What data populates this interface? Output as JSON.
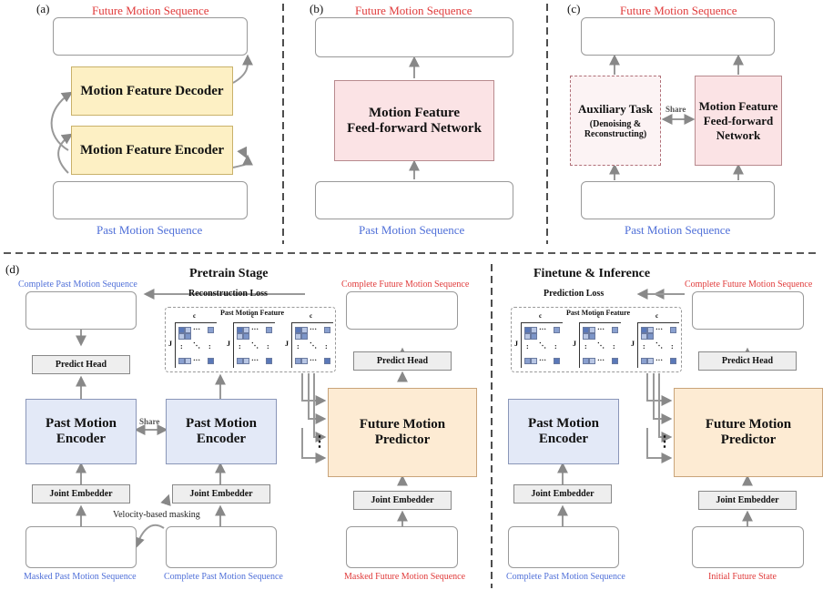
{
  "panels": {
    "a": {
      "tag": "(a)",
      "top_caption": "Future Motion Sequence",
      "decoder": "Motion Feature Decoder",
      "encoder": "Motion Feature Encoder",
      "bottom_caption": "Past Motion Sequence"
    },
    "b": {
      "tag": "(b)",
      "top_caption": "Future Motion Sequence",
      "network_line1": "Motion Feature",
      "network_line2": "Feed-forward Network",
      "bottom_caption": "Past Motion Sequence"
    },
    "c": {
      "tag": "(c)",
      "top_caption": "Future Motion Sequence",
      "aux_title": "Auxiliary Task",
      "aux_sub1": "(Denoising &",
      "aux_sub2": "Reconstructing)",
      "share": "Share",
      "network_line1": "Motion Feature",
      "network_line2": "Feed-forward",
      "network_line3": "Network",
      "bottom_caption": "Past Motion Sequence"
    },
    "d": {
      "tag": "(d)",
      "pretrain": {
        "title": "Pretrain Stage",
        "complete_past_top": "Complete Past Motion Sequence",
        "reconstruction_loss": "Reconstruction Loss",
        "complete_future_top": "Complete Future Motion Sequence",
        "past_motion_feature": "Past Motion Feature",
        "predict_head": "Predict Head",
        "encoder_line1": "Past Motion",
        "encoder_line2": "Encoder",
        "share": "Share",
        "predictor_line1": "Future Motion",
        "predictor_line2": "Predictor",
        "joint_embedder": "Joint Embedder",
        "velocity_masking": "Velocity-based masking",
        "masked_past": "Masked Past Motion Sequence",
        "complete_past_bottom": "Complete Past Motion Sequence",
        "masked_future": "Masked Future Motion Sequence",
        "dots": "⋮"
      },
      "finetune": {
        "title": "Finetune & Inference",
        "prediction_loss": "Prediction Loss",
        "complete_future_top": "Complete Future Motion Sequence",
        "past_motion_feature": "Past Motion Feature",
        "predict_head": "Predict Head",
        "encoder_line1": "Past Motion",
        "encoder_line2": "Encoder",
        "predictor_line1": "Future Motion",
        "predictor_line2": "Predictor",
        "joint_embedder": "Joint Embedder",
        "complete_past_bottom": "Complete Past Motion Sequence",
        "initial_future": "Initial Future State",
        "dots": "⋮"
      },
      "matrix": {
        "c": "c",
        "J": "J",
        "dots_h": "···",
        "dots_v": ":",
        "dots_d": "⋱"
      }
    }
  },
  "colors": {
    "red": "#e03a3a",
    "blue": "#3a4fd8",
    "arrow": "#999999"
  }
}
